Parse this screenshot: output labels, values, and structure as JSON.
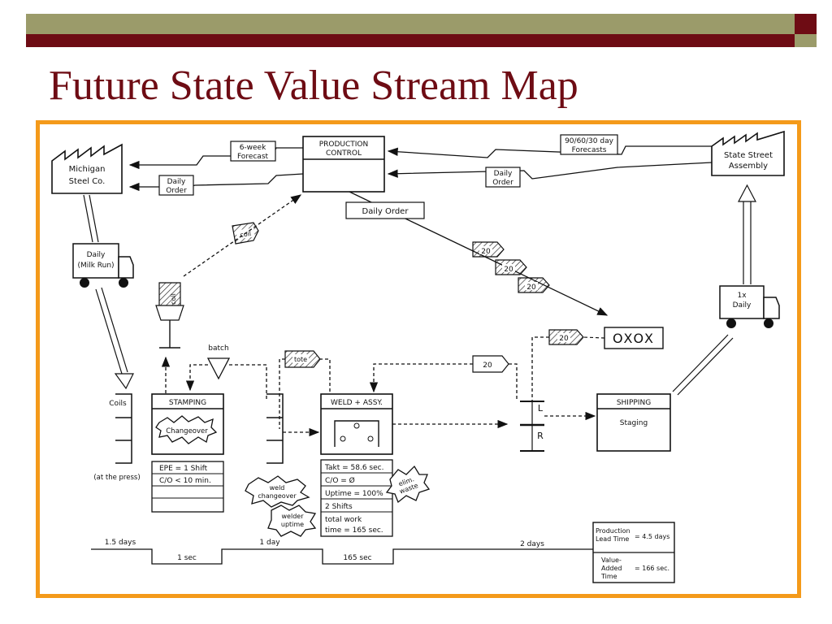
{
  "slide": {
    "title": "Future State Value Stream Map"
  },
  "colors": {
    "title": "#6e0c14",
    "olive": "#9b9b6a",
    "frame": "#f49a1a"
  },
  "map": {
    "supplier": [
      "Michigan",
      "Steel Co."
    ],
    "customer": [
      "State Street",
      "Assembly"
    ],
    "production_control": [
      "PRODUCTION",
      "CONTROL"
    ],
    "forecast_left": [
      "6-week",
      "Forecast"
    ],
    "forecast_right": [
      "90/60/30 day",
      "Forecasts"
    ],
    "daily_order_left": [
      "Daily",
      "Order"
    ],
    "daily_order_right": [
      "Daily",
      "Order"
    ],
    "daily_order_box": "Daily Order",
    "truck_in": [
      "Daily",
      "(Milk Run)"
    ],
    "truck_out": [
      "1x",
      "Daily"
    ],
    "coil_kanban": "coil",
    "coil_post": "coil",
    "kanban_20": "20",
    "load_leveling": "OXOX",
    "batch": "batch",
    "tote": "tote",
    "coils_label": "Coils",
    "at_press": "(at the press)",
    "stamping": {
      "title": "STAMPING",
      "burst": "Changeover",
      "data": [
        "EPE = 1 Shift",
        "C/O < 10 min.",
        "",
        ""
      ]
    },
    "weld": {
      "title": "WELD + ASSY.",
      "data": [
        "Takt = 58.6 sec.",
        "C/O = Ø",
        "Uptime = 100%",
        "2 Shifts",
        "total work",
        "time = 165 sec."
      ]
    },
    "shipping": {
      "title": "SHIPPING",
      "sub": "Staging"
    },
    "supermarket": {
      "top": "L",
      "bottom": "R"
    },
    "bursts": {
      "weld_changeover": [
        "weld",
        "changeover"
      ],
      "welder_uptime": [
        "welder",
        "uptime"
      ],
      "elim_waste": [
        "elim.",
        "waste"
      ]
    },
    "timeline": {
      "wait1": "1.5 days",
      "proc1": "1 sec",
      "wait2": "1 day",
      "proc2": "165 sec",
      "wait3": "2 days"
    },
    "lead_time": {
      "label": [
        "Production",
        "Lead Time"
      ],
      "value": "= 4.5 days",
      "va_label": [
        "Value-",
        "Added",
        "Time"
      ],
      "va_value": "= 166 sec."
    }
  }
}
